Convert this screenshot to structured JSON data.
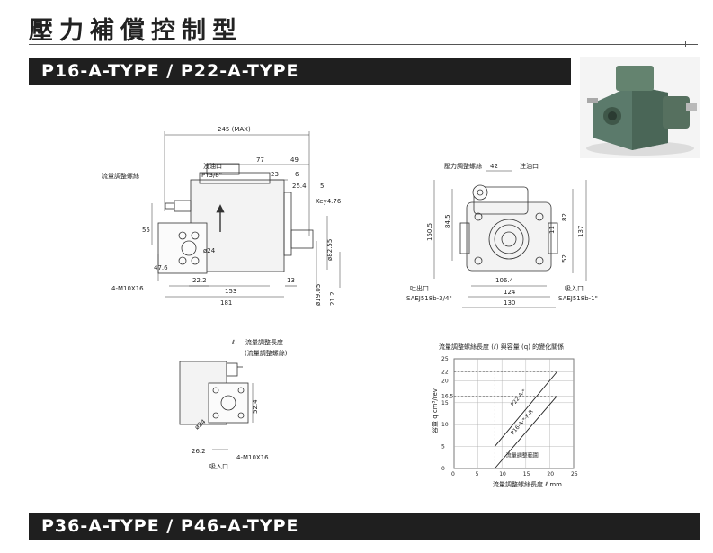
{
  "page": {
    "title": "壓力補償控制型"
  },
  "sections": [
    {
      "title": "P16-A-TYPE / P22-A-TYPE"
    },
    {
      "title": "P36-A-TYPE / P46-A-TYPE"
    }
  ],
  "side_view": {
    "overall": "245 (MAX)",
    "flow_screw": "流量調整螺絲",
    "drain_label": "洩油口",
    "drain_spec": "PT3/8\"",
    "dim_77": "77",
    "dim_49": "49",
    "dim_23": "23",
    "dim_6": "6",
    "dim_25_4": "25.4",
    "dim_5": "5",
    "key": "Key4.76",
    "dim_55": "55",
    "dim_47_6": "47.6",
    "bolts": "4-M10X16",
    "dim_22_2": "22.2",
    "dim_153": "153",
    "dim_13": "13",
    "dim_181": "181",
    "shaft_82_55": "ø82.55",
    "shaft_19_05": "ø19.05",
    "dim_21_2": "21.2",
    "bolt_circle": "ø24"
  },
  "front_view": {
    "pressure_screw": "壓力調整螺絲",
    "dim_42": "42",
    "inlet_fill": "注油口",
    "dim_150_5": "150.5",
    "dim_84_5": "84.5",
    "dim_82": "82",
    "dim_137": "137",
    "dim_11": "11",
    "dim_52": "52",
    "dim_106_4": "106.4",
    "dim_124": "124",
    "dim_130": "130",
    "outlet": "吐出口",
    "outlet_spec": "SAEJ518b-3/4\"",
    "suction": "吸入口",
    "suction_spec": "SAEJ518b-1\""
  },
  "detail_view": {
    "length_label": "流量調整長度",
    "screw_paren": "(流量調整螺絲)",
    "ell": "ℓ",
    "dim_52_4": "52.4",
    "bolt_circle": "ø24",
    "dim_26_2": "26.2",
    "bolts": "4-M10X16",
    "suction": "吸入口"
  },
  "chart_data": {
    "type": "line",
    "title": "流量調整螺絲長度 (ℓ) 與容量 (q) 的變化關係",
    "xlabel": "流量調整螺絲長度 ℓ mm",
    "ylabel": "容量 q cm³/rev",
    "xlim": [
      0,
      25
    ],
    "ylim": [
      0,
      25
    ],
    "x_ticks": [
      0,
      5,
      10,
      15,
      20,
      25
    ],
    "y_ticks": [
      0,
      5,
      10,
      15,
      16.5,
      20,
      22,
      25
    ],
    "grid": true,
    "series": [
      {
        "name": "P22-A-*",
        "x": [
          8.5,
          21.5
        ],
        "y": [
          5,
          22
        ]
      },
      {
        "name": "P16-A-*-F-R",
        "x": [
          8.5,
          21.5
        ],
        "y": [
          0,
          16.5
        ]
      }
    ],
    "annotations": [
      {
        "text": "流量調整範圍",
        "x_range": [
          8.5,
          21.5
        ],
        "y": 2.2
      }
    ]
  },
  "colors": {
    "banner": "#1f1f1f",
    "photo_body": "#5b7a6b"
  }
}
